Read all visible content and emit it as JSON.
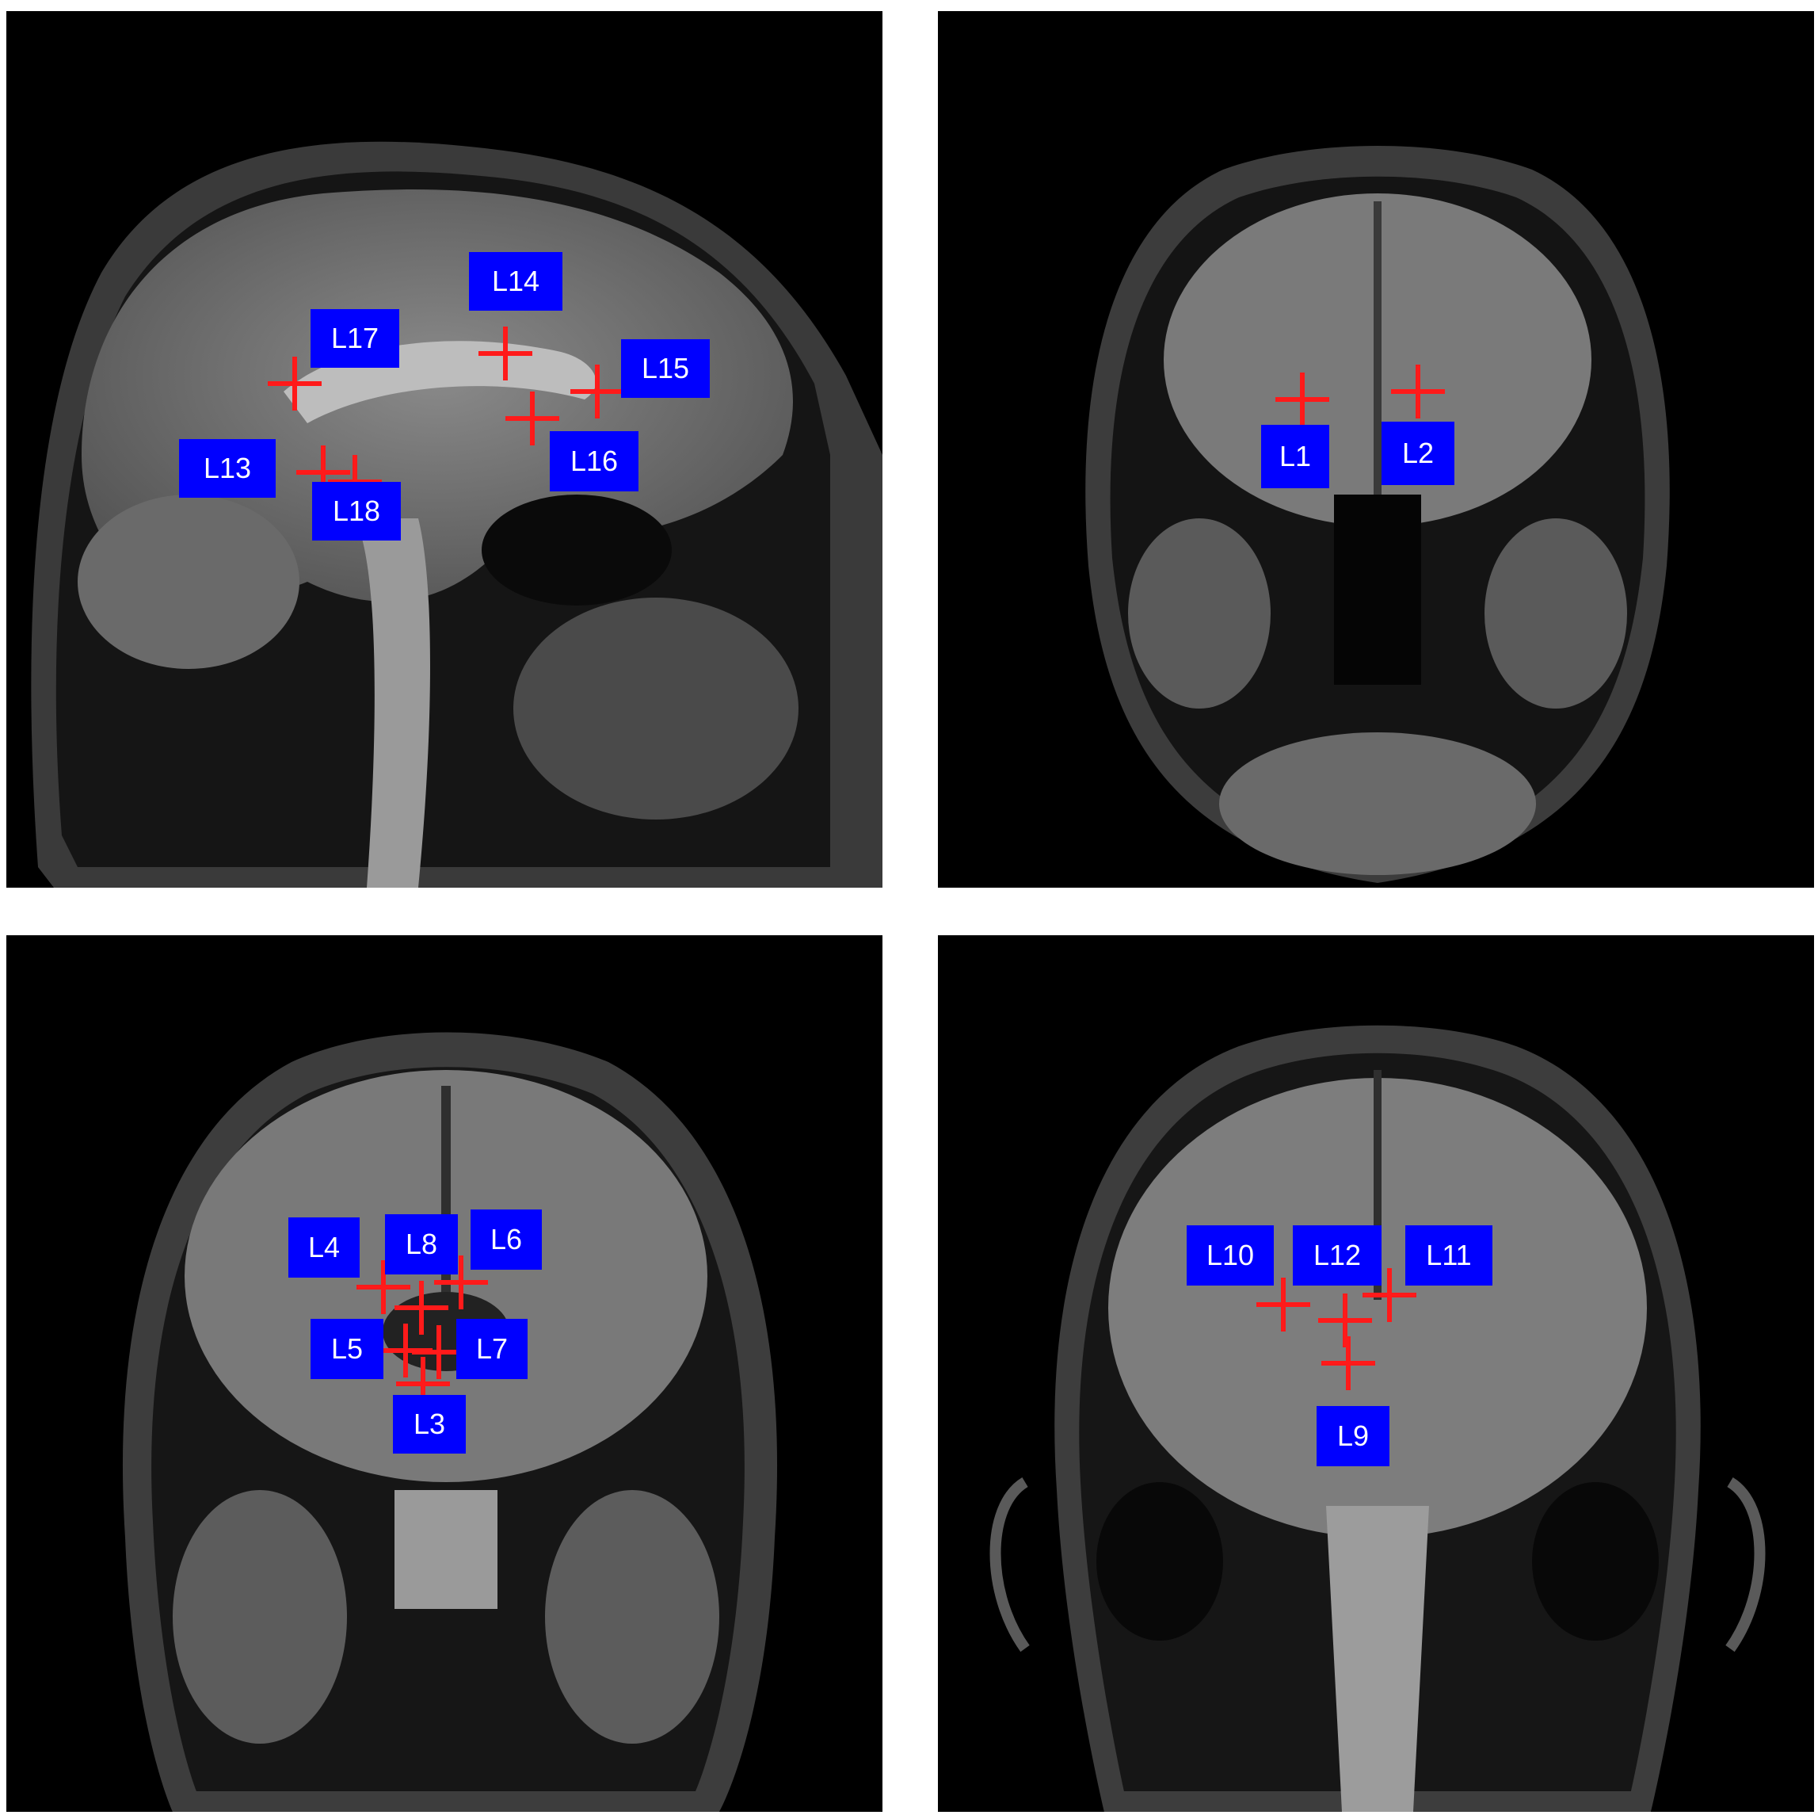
{
  "colors": {
    "background": "#000000",
    "label_bg": "#0000ff",
    "label_text": "#ffffff",
    "marker": "#ff1a1a"
  },
  "panels": {
    "sagittal": {
      "labels": {
        "l13": "L13",
        "l14": "L14",
        "l15": "L15",
        "l16": "L16",
        "l17": "L17",
        "l18": "L18"
      }
    },
    "coronal_anterior": {
      "labels": {
        "l1": "L1",
        "l2": "L2"
      }
    },
    "coronal_middle": {
      "labels": {
        "l3": "L3",
        "l4": "L4",
        "l5": "L5",
        "l6": "L6",
        "l7": "L7",
        "l8": "L8"
      }
    },
    "coronal_posterior": {
      "labels": {
        "l9": "L9",
        "l10": "L10",
        "l11": "L11",
        "l12": "L12"
      }
    }
  }
}
